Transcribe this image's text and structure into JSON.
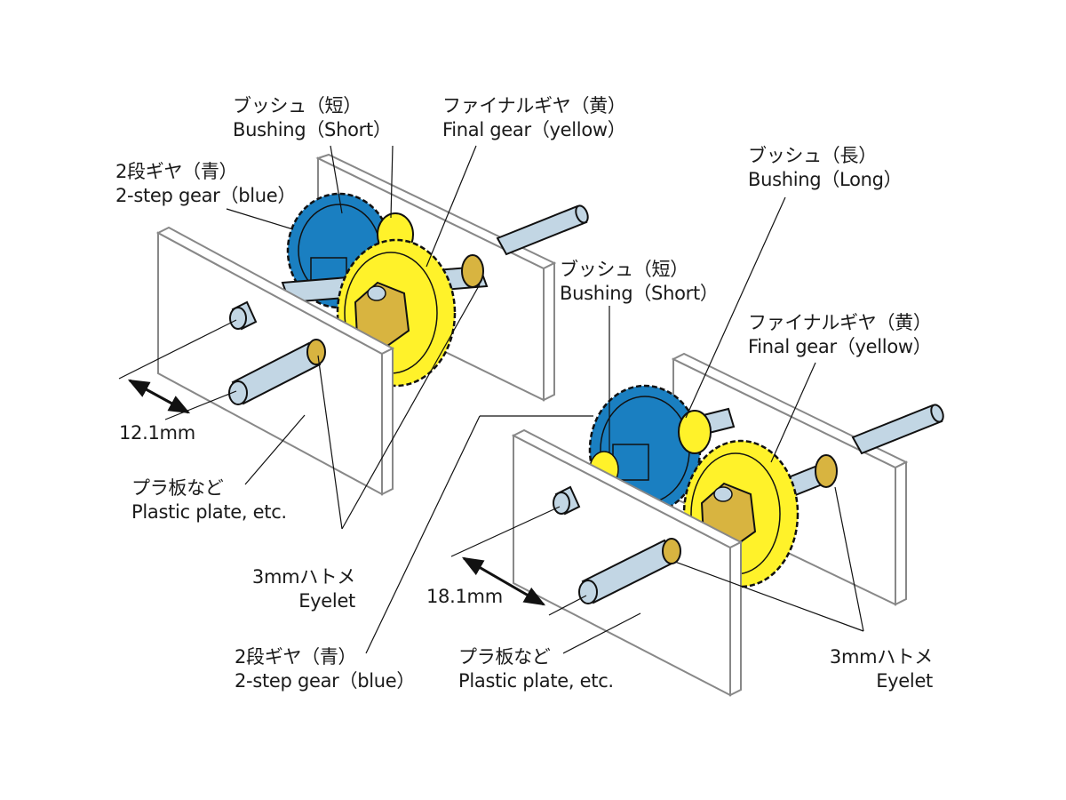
{
  "colors": {
    "blue_gear": "#1a7fc1",
    "yellow_gear": "#fff22a",
    "gold_part": "#d8b440",
    "shaft": "#c2d6e4",
    "plate_edge": "#8a8a8a",
    "line": "#111111"
  },
  "left_assembly": {
    "bushing_short": {
      "jp": "ブッシュ（短）",
      "en": "Bushing（Short）"
    },
    "final_gear": {
      "jp": "ファイナルギヤ（黄）",
      "en": "Final gear（yellow）"
    },
    "two_step_gear": {
      "jp": "2段ギヤ（青）",
      "en": "2-step gear（blue）"
    },
    "dimension": "12.1mm",
    "plastic_plate": {
      "jp": "プラ板など",
      "en": "Plastic plate, etc."
    },
    "eyelet": {
      "jp": "3mmハトメ",
      "en": "Eyelet"
    }
  },
  "right_assembly": {
    "bushing_long": {
      "jp": "ブッシュ（長）",
      "en": "Bushing（Long）"
    },
    "bushing_short": {
      "jp": "ブッシュ（短）",
      "en": "Bushing（Short）"
    },
    "final_gear": {
      "jp": "ファイナルギヤ（黄）",
      "en": "Final gear（yellow）"
    },
    "two_step_gear": {
      "jp": "2段ギヤ（青）",
      "en": "2-step gear（blue）"
    },
    "dimension": "18.1mm",
    "plastic_plate": {
      "jp": "プラ板など",
      "en": "Plastic plate, etc."
    },
    "eyelet": {
      "jp": "3mmハトメ",
      "en": "Eyelet"
    }
  }
}
